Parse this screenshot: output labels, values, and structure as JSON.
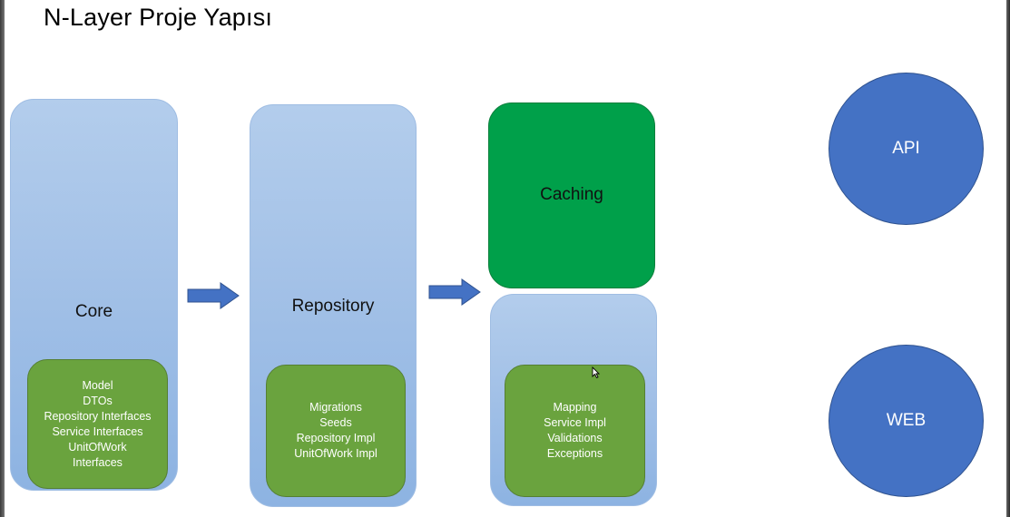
{
  "title": "N-Layer Proje Yapısı",
  "core": {
    "label": "Core",
    "items": [
      "Model",
      "DTOs",
      "Repository Interfaces",
      "Service Interfaces",
      "UnitOfWork",
      "Interfaces"
    ]
  },
  "repository": {
    "label": "Repository",
    "items": [
      "Migrations",
      "Seeds",
      "Repository Impl",
      "UnitOfWork Impl"
    ]
  },
  "caching": {
    "label": "Caching"
  },
  "service": {
    "items": [
      "Mapping",
      "Service Impl",
      "Validations",
      "Exceptions"
    ]
  },
  "clients": {
    "api_label": "API",
    "web_label": "WEB"
  },
  "colors": {
    "layer_fill": "#a3c1e7",
    "inner_fill": "#6aa33e",
    "caching_fill": "#00a04a",
    "arrow_fill": "#4472c4",
    "circle_fill": "#4472c4"
  },
  "icons": {
    "arrow": "right-arrow-icon",
    "cursor": "mouse-pointer-icon"
  }
}
